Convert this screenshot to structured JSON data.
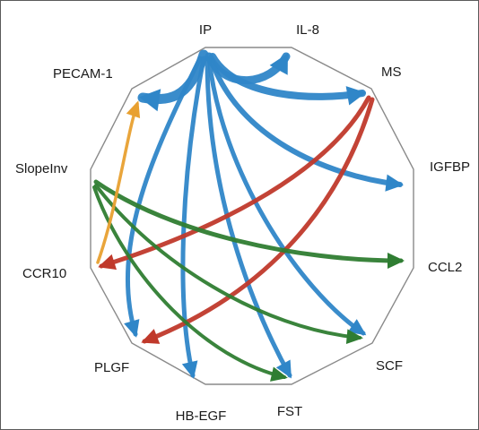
{
  "nodes": [
    {
      "id": "IP",
      "label": "IP"
    },
    {
      "id": "IL8",
      "label": "IL-8"
    },
    {
      "id": "MS",
      "label": "MS"
    },
    {
      "id": "IGFBP",
      "label": "IGFBP"
    },
    {
      "id": "CCL2",
      "label": "CCL2"
    },
    {
      "id": "SCF",
      "label": "SCF"
    },
    {
      "id": "FST",
      "label": "FST"
    },
    {
      "id": "HBEGF",
      "label": "HB-EGF"
    },
    {
      "id": "PLGF",
      "label": "PLGF"
    },
    {
      "id": "CCR10",
      "label": "CCR10"
    },
    {
      "id": "SlopeInv",
      "label": "SlopeInv"
    },
    {
      "id": "PECAM1",
      "label": "PECAM-1"
    }
  ],
  "edge_colors": {
    "from_IP": "#2f86c8",
    "from_MS": "#c0392b",
    "from_SlopeInv": "#2f7d32",
    "from_CCR10": "#e8a030"
  },
  "edges": [
    {
      "from": "IP",
      "to": "IL8",
      "color": "from_IP"
    },
    {
      "from": "IP",
      "to": "MS",
      "color": "from_IP"
    },
    {
      "from": "IP",
      "to": "IGFBP",
      "color": "from_IP"
    },
    {
      "from": "IP",
      "to": "PECAM1",
      "color": "from_IP"
    },
    {
      "from": "IP",
      "to": "SCF",
      "color": "from_IP"
    },
    {
      "from": "IP",
      "to": "FST",
      "color": "from_IP"
    },
    {
      "from": "IP",
      "to": "HBEGF",
      "color": "from_IP"
    },
    {
      "from": "IP",
      "to": "PLGF",
      "color": "from_IP"
    },
    {
      "from": "MS",
      "to": "CCR10",
      "color": "from_MS"
    },
    {
      "from": "MS",
      "to": "PLGF",
      "color": "from_MS"
    },
    {
      "from": "SlopeInv",
      "to": "CCL2",
      "color": "from_SlopeInv"
    },
    {
      "from": "SlopeInv",
      "to": "SCF",
      "color": "from_SlopeInv"
    },
    {
      "from": "SlopeInv",
      "to": "FST",
      "color": "from_SlopeInv"
    },
    {
      "from": "CCR10",
      "to": "PECAM1",
      "color": "from_CCR10"
    }
  ]
}
